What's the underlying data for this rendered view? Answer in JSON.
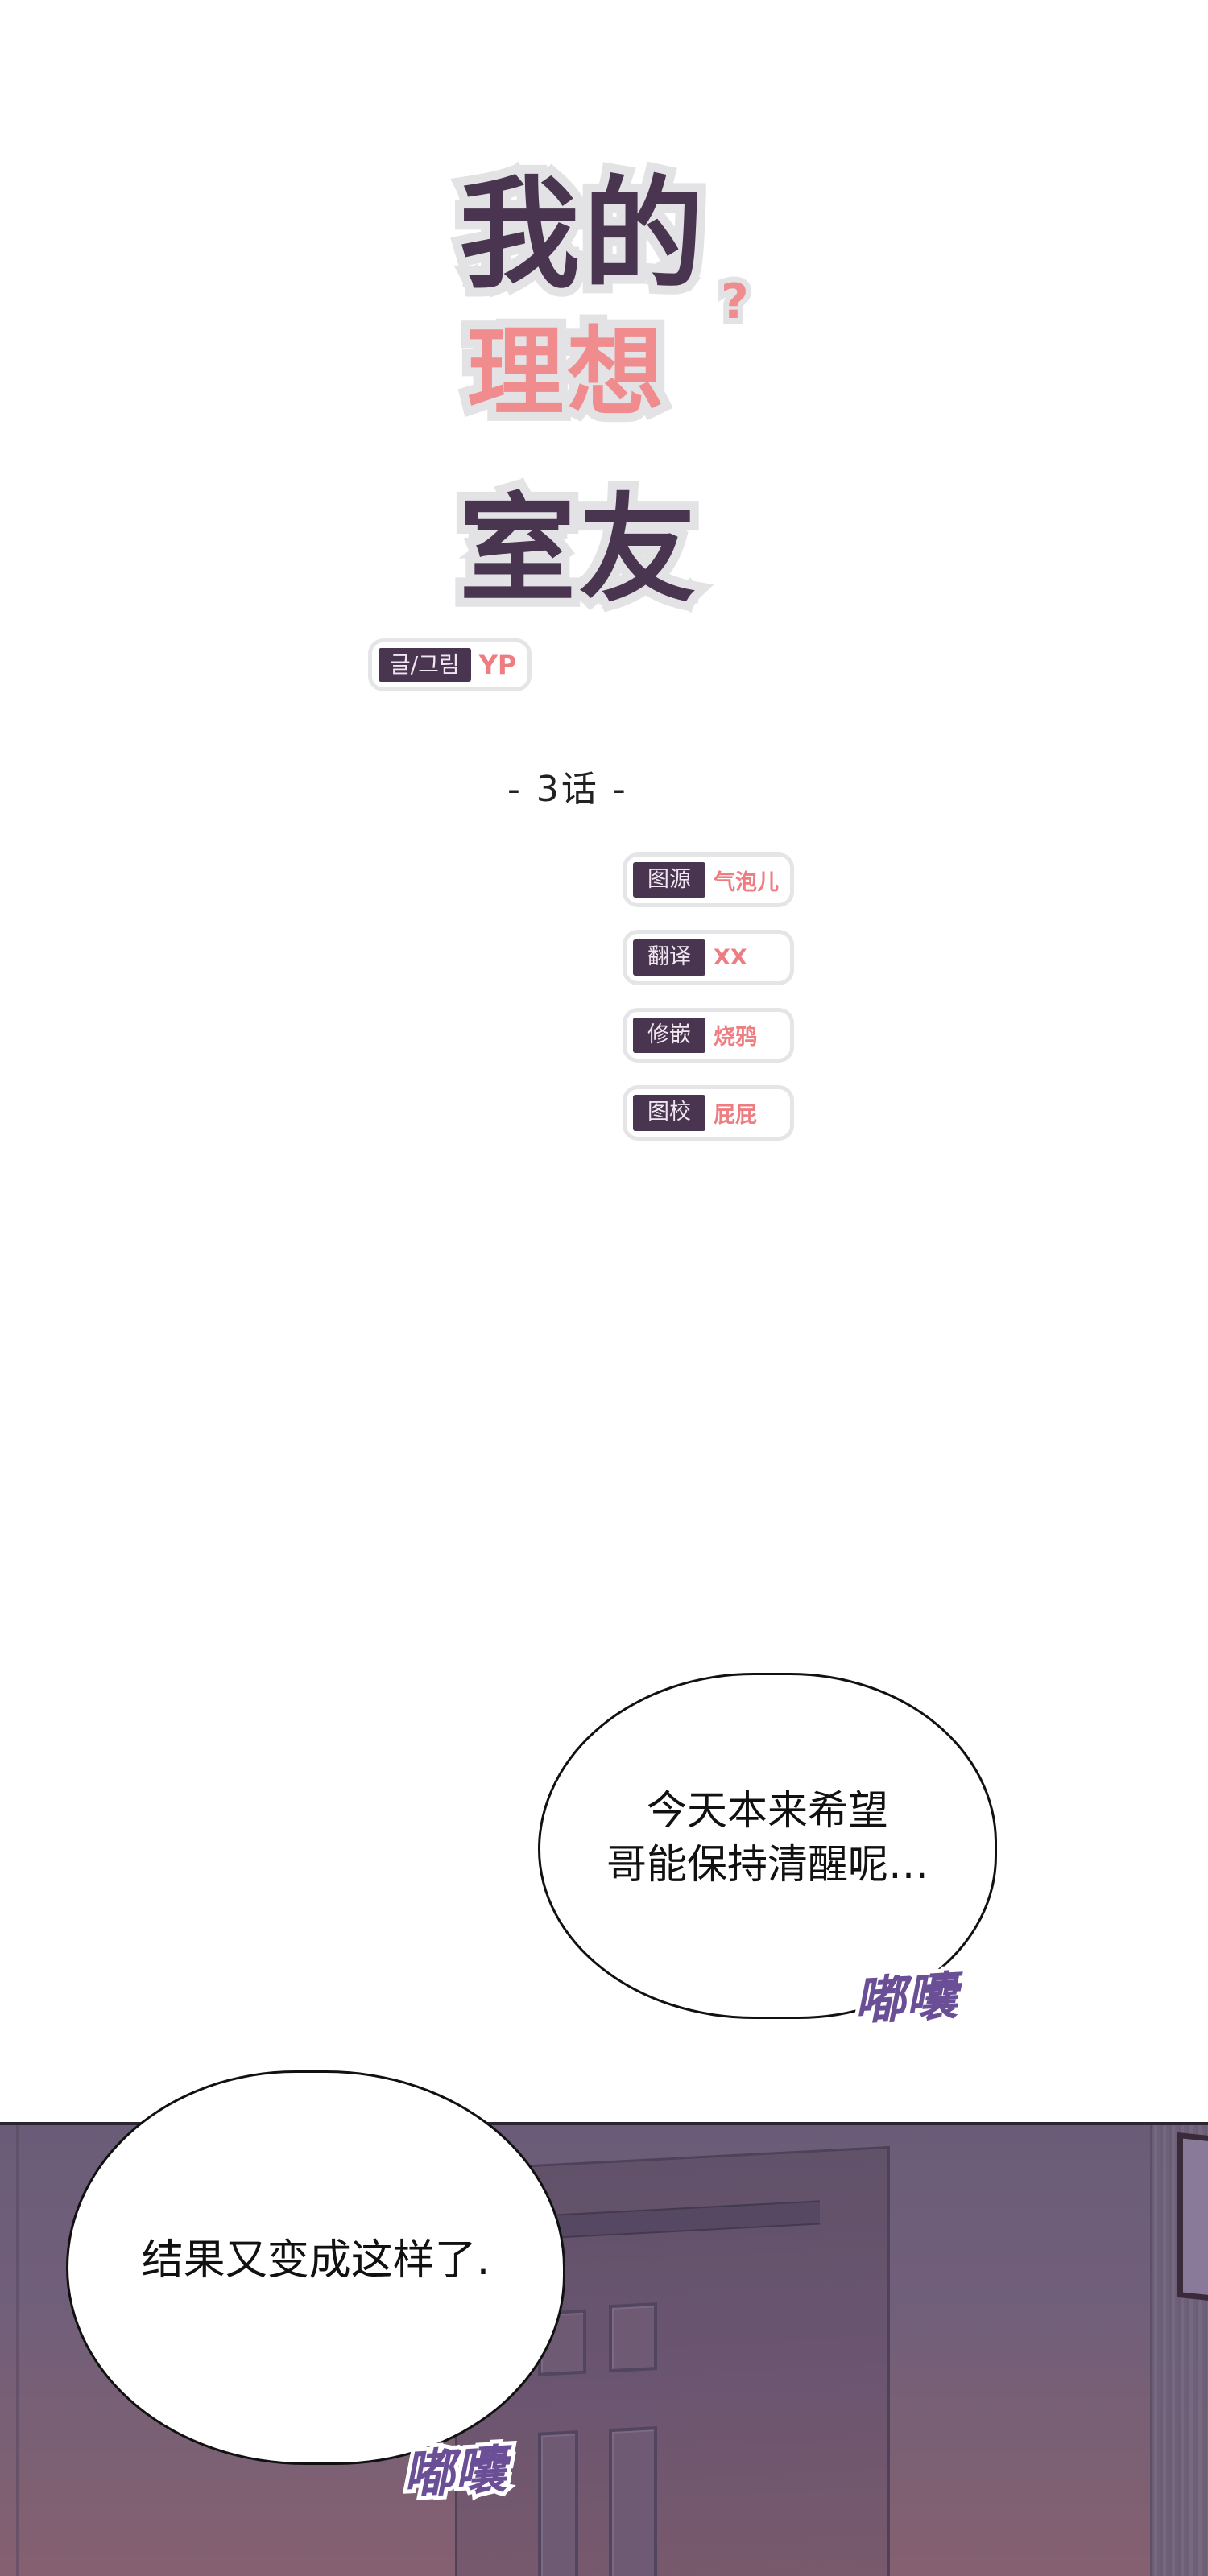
{
  "title": {
    "line1": "我的",
    "line2": "理想",
    "question_mark": "?",
    "line3": "室友",
    "colors": {
      "dark": "#4a3550",
      "pink": "#f08b8e",
      "outline": "#e3e3e5"
    }
  },
  "author": {
    "label": "글/그림",
    "value": "YP"
  },
  "episode": "- 3话 -",
  "credits": [
    {
      "label": "图源",
      "value": "气泡儿"
    },
    {
      "label": "翻译",
      "value": "XX"
    },
    {
      "label": "修嵌",
      "value": "烧鸦"
    },
    {
      "label": "图校",
      "value": "屁屁"
    }
  ],
  "bubbles": [
    {
      "line1": "今天本来希望",
      "line2": "哥能保持清醒呢…",
      "sfx": "嘟囔"
    },
    {
      "line1": "结果又变成这样了.",
      "sfx": "嘟囔"
    }
  ],
  "panel": {
    "scene": "dim purple hallway with door"
  }
}
